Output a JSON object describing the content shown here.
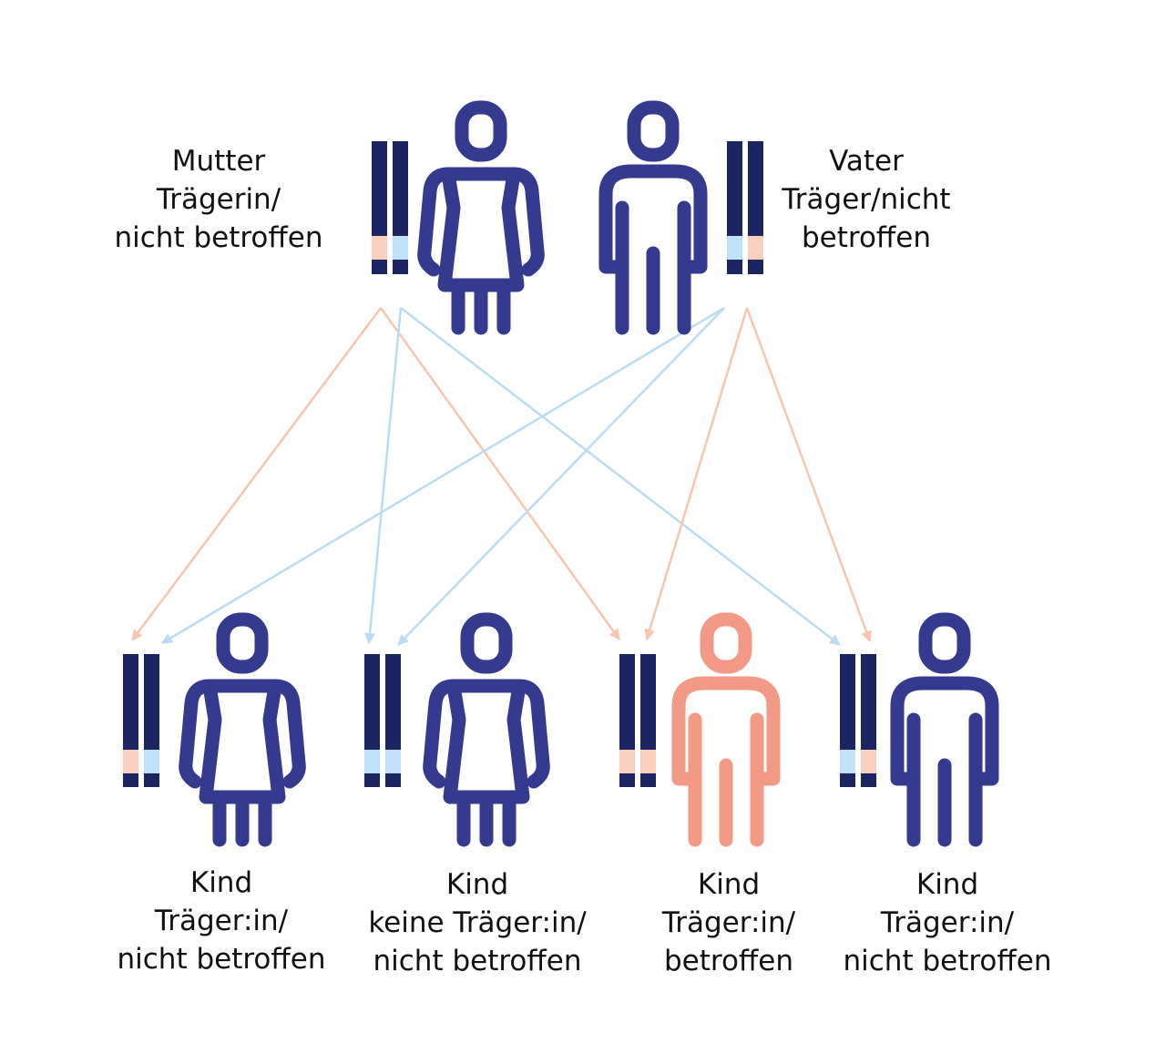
{
  "colors": {
    "navy": "#1a2562",
    "figure_blue": "#343a8e",
    "affected_salmon": "#f29a86",
    "gene_pink": "#f9cfbd",
    "gene_light_blue": "#bfe2f8",
    "arrow_pink": "#f7c5b0",
    "arrow_blue": "#b9dcf4"
  },
  "parents": {
    "mother": {
      "line1": "Mutter",
      "line2": "Trägerin/",
      "line3": "nicht betroffen",
      "icon": "woman-icon"
    },
    "father": {
      "line1": "Vater",
      "line2": "Träger/nicht",
      "line3": "betroffen",
      "icon": "man-icon"
    }
  },
  "children": [
    {
      "line1": "Kind",
      "line2": "Träger:in/",
      "line3": "nicht betroffen",
      "icon": "woman-icon"
    },
    {
      "line1": "Kind",
      "line2": "keine Träger:in/",
      "line3": "nicht betroffen",
      "icon": "woman-icon"
    },
    {
      "line1": "Kind",
      "line2": "Träger:in/",
      "line3": "betroffen",
      "icon": "man-icon"
    },
    {
      "line1": "Kind",
      "line2": "Träger:in/",
      "line3": "nicht betroffen",
      "icon": "man-icon"
    }
  ]
}
